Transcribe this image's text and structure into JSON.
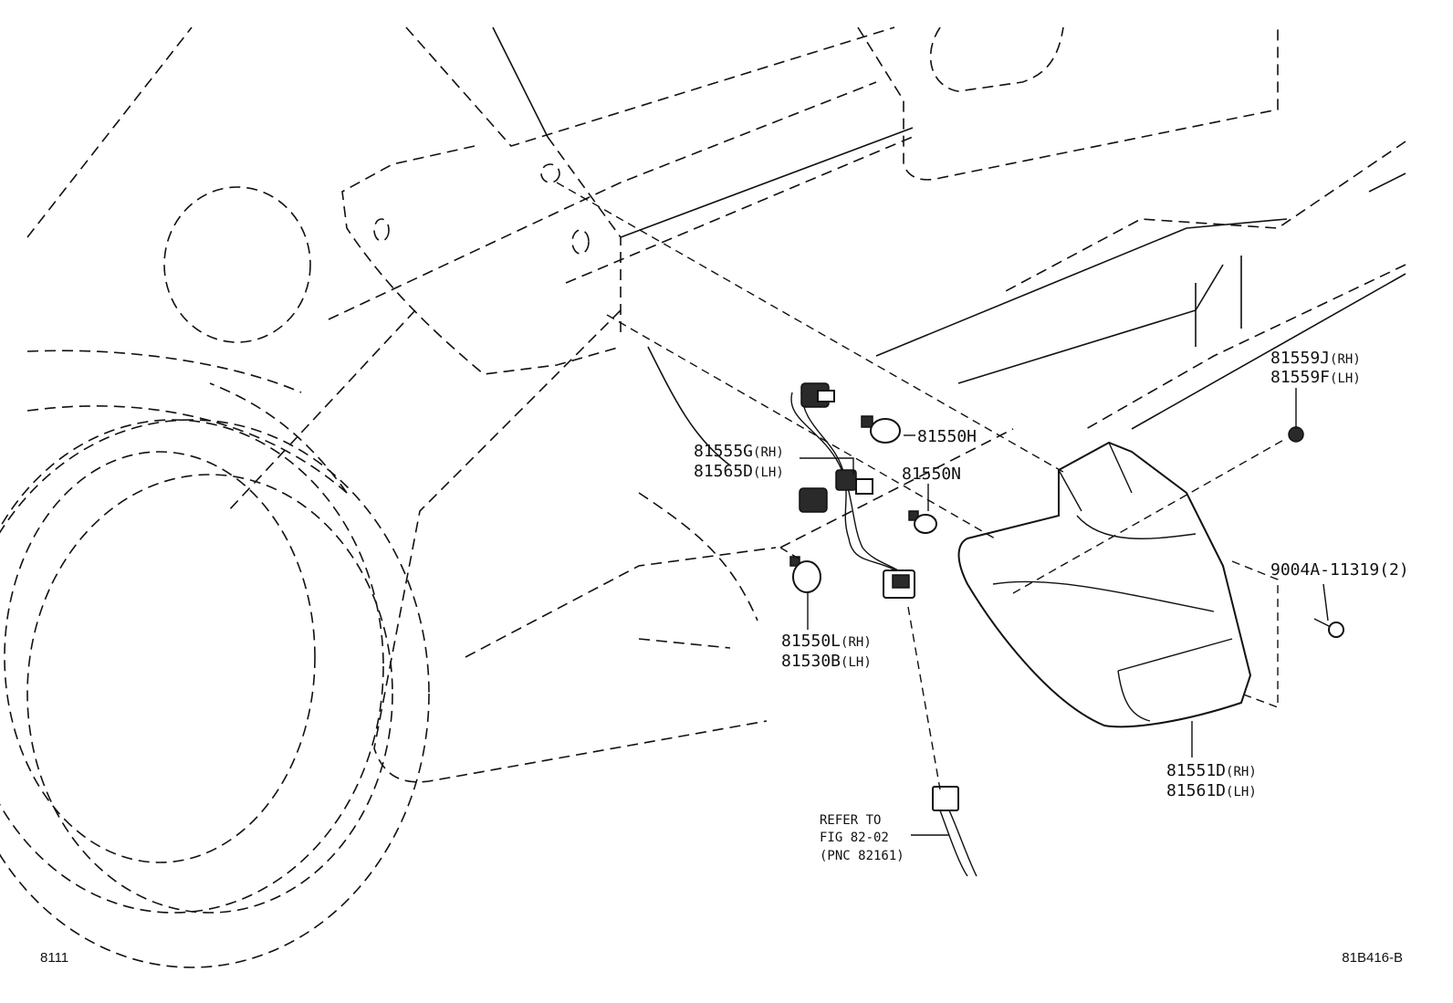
{
  "callouts": [
    {
      "id": "tail-lamp-bracket-bolt",
      "lines": [
        {
          "pn": "81559J",
          "side": "(RH)"
        },
        {
          "pn": "81559F",
          "side": "(LH)"
        }
      ]
    },
    {
      "id": "bulb-upper",
      "lines": [
        {
          "pn": "81550H",
          "side": ""
        }
      ]
    },
    {
      "id": "socket-wire",
      "lines": [
        {
          "pn": "81555G",
          "side": "(RH)"
        },
        {
          "pn": "81565D",
          "side": "(LH)"
        }
      ]
    },
    {
      "id": "bulb-middle",
      "lines": [
        {
          "pn": "81550N",
          "side": ""
        }
      ]
    },
    {
      "id": "mount-screw",
      "lines": [
        {
          "pn": "9004A-11319",
          "side": "(2)"
        }
      ]
    },
    {
      "id": "bulb-lower",
      "lines": [
        {
          "pn": "81550L",
          "side": "(RH)"
        },
        {
          "pn": "81530B",
          "side": "(LH)"
        }
      ]
    },
    {
      "id": "tail-lamp-assy",
      "lines": [
        {
          "pn": "81551D",
          "side": "(RH)"
        },
        {
          "pn": "81561D",
          "side": "(LH)"
        }
      ]
    }
  ],
  "reference_note": [
    "REFER TO",
    "FIG 82-02",
    "(PNC 82161)"
  ],
  "footer": {
    "left_code": "8111",
    "right_code": "81B416-B"
  }
}
